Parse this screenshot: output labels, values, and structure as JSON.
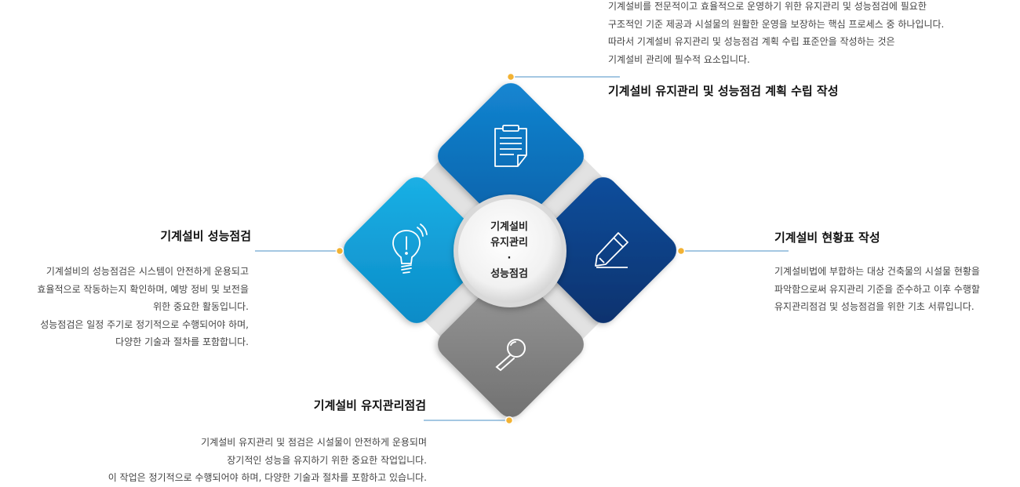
{
  "center": {
    "line1": "기계설비",
    "line2": "유지관리",
    "line3": "·",
    "line4": "성능점검"
  },
  "top": {
    "title": "기계설비 유지관리 및 성능점검 계획 수립 작성",
    "lines": [
      "기계설비를 전문적이고 효율적으로 운영하기 위한 유지관리 및 성능점검에 필요한",
      "구조적인 기준 제공과 시설물의 원활한 운영을 보장하는 핵심 프로세스 중 하나입니다.",
      "따라서 기계설비 유지관리 및 성능점검 계획 수립 표준안을 작성하는 것은",
      "기계설비 관리에 필수적 요소입니다."
    ]
  },
  "left": {
    "title": "기계설비 성능점검",
    "lines": [
      "기계설비의 성능점검은 시스템이 안전하게 운용되고",
      "효율적으로 작동하는지 확인하며, 예방 정비 및 보전을",
      "위한 중요한 활동입니다.",
      "성능점검은 일정 주기로 정기적으로 수행되어야 하며,",
      "다양한 기술과 절차를 포함합니다."
    ]
  },
  "right": {
    "title": "기계설비 현황표 작성",
    "lines": [
      "기계설비법에 부합하는 대상 건축물의 시설물 현황을",
      "파악함으로써 유지관리 기준을 준수하고 이후 수행할",
      "유지관리점검 및 성능점검을 위한 기초 서류입니다."
    ]
  },
  "bottom": {
    "title": "기계설비 유지관리점검",
    "lines": [
      "기계설비 유지관리 및 점검은 시설물이 안전하게 운용되며",
      "장기적인 성능을 유지하기 위한 중요한 작업입니다.",
      "이 작업은 정기적으로 수행되어야 하며, 다양한 기술과 절차를 포함하고 있습니다."
    ]
  },
  "colors": {
    "top_tile": "#0a6fb8",
    "right_tile": "#0b3f86",
    "left_tile": "#139ed7",
    "bottom_tile": "#8a8a8a",
    "dot": "#f2b233",
    "connector": "#4a8fc4"
  },
  "icons": {
    "top": "clipboard-icon",
    "right": "pencil-icon",
    "left": "lightbulb-icon",
    "bottom": "magnifier-icon"
  }
}
